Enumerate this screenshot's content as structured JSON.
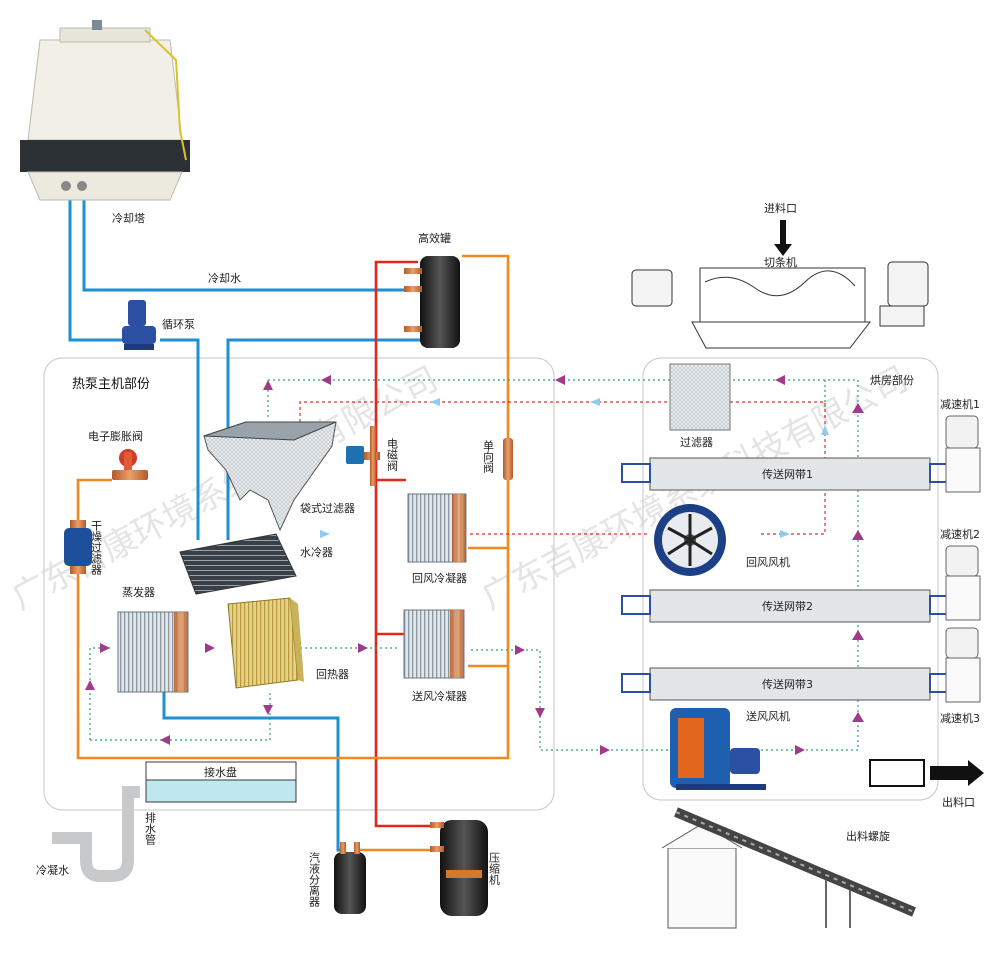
{
  "labels": {
    "cooling_tower": "冷却塔",
    "cooling_water": "冷却水",
    "circulation_pump": "循环泵",
    "heat_pump_section": "热泵主机部份",
    "efficient_tank": "高效罐",
    "electronic_expansion_valve": "电子膨胀阀",
    "solenoid_valve": "电磁阀",
    "check_valve": "单向阀",
    "dry_filter": "干燥过滤器",
    "bag_filter": "袋式过滤器",
    "water_cooler": "水冷器",
    "return_air_condenser": "回风冷凝器",
    "evaporator": "蒸发器",
    "regenerator": "回热器",
    "supply_air_condenser": "送风冷凝器",
    "drain_pan": "接水盘",
    "drain_pipe": "排水管",
    "condensate": "冷凝水",
    "gas_liquid_separator": "汽液分离器",
    "compressor": "压缩机",
    "feed_inlet": "进料口",
    "slicer": "切条机",
    "drying_room_section": "烘房部份",
    "filter": "过滤器",
    "conveyor_1": "传送网带1",
    "conveyor_2": "传送网带2",
    "conveyor_3": "传送网带3",
    "return_fan": "回风风机",
    "supply_fan": "送风风机",
    "reducer_1": "减速机1",
    "reducer_2": "减速机2",
    "reducer_3": "减速机3",
    "discharge_outlet": "出料口",
    "discharge_screw": "出料螺旋"
  },
  "watermarks": [
    "广东吉康环境系统科技有限公司",
    "广东吉康环境系统科技有限公司"
  ],
  "colors": {
    "water_line": "#1e8fd0",
    "hot_refrigerant": "#e2261c",
    "liquid_refrigerant": "#f08a1c",
    "air_dotted": "#2aa37a",
    "return_dotted": "#e0322a",
    "flow_arrow": "#a03a8a",
    "light_arrow": "#8ecbf0",
    "panel_border": "#cfcfcf"
  }
}
